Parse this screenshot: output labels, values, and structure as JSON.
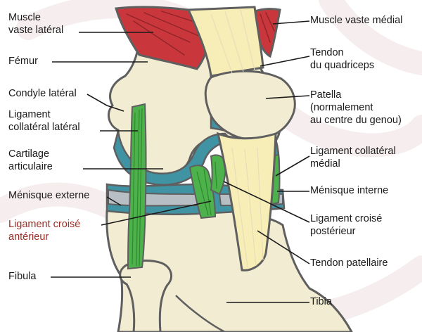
{
  "colors": {
    "background": "#ffffff",
    "watermark": "#f6eeee",
    "bone": "#f2ecd2",
    "bone_shadow": "#e6dcb8",
    "outline": "#5f5f5f",
    "muscle": "#c9373c",
    "muscle_dark": "#8f2428",
    "tendon": "#f6edb7",
    "cartilage": "#3f93a3",
    "cartilage_dark": "#2e7a8a",
    "meniscus": "#b7bfc4",
    "ligament": "#4db24c",
    "ligament_dark": "#2e8a2d",
    "label_text": "#1a1a1a",
    "highlight_label": "#9e2b25",
    "leader": "#1a1a1a"
  },
  "labels": {
    "muscle_vaste_lateral": "Muscle\nvaste latéral",
    "femur": "Fémur",
    "condyle_lateral": "Condyle latéral",
    "ligament_collateral_lateral": "Ligament\ncollatéral latéral",
    "cartilage_articulaire": "Cartilage\narticulaire",
    "menisque_externe": "Ménisque externe",
    "ligament_croise_anterieur": "Ligament croisé\nantérieur",
    "fibula": "Fibula",
    "muscle_vaste_medial": "Muscle vaste médial",
    "tendon_quadriceps": "Tendon\ndu quadriceps",
    "patella": "Patella\n(normalement\nau centre du genou)",
    "ligament_collateral_medial": "Ligament collatéral\nmédial",
    "menisque_interne": "Ménisque interne",
    "ligament_croise_posterieur": "Ligament croisé\npostérieur",
    "tendon_patellaire": "Tendon patellaire",
    "tibia": "Tibia"
  }
}
